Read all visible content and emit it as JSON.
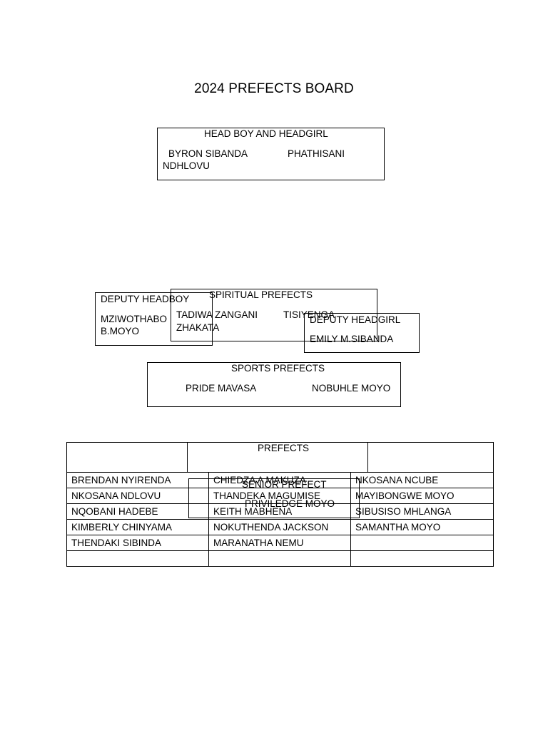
{
  "title": "2024 PREFECTS BOARD",
  "head_box": {
    "heading": "HEAD BOY AND HEADGIRL",
    "name_1": "BYRON SIBANDA",
    "name_2": "PHATHISANI",
    "name_2_cont": "NDHLOVU"
  },
  "deputy_headboy": {
    "heading": "DEPUTY HEADBOY",
    "name_line_1": "MZIWOTHABO",
    "name_line_2": "B.MOYO"
  },
  "spiritual": {
    "heading": "SPIRITUAL PREFECTS",
    "name_1": "TADIWA ZANGANI",
    "name_2": "TISIYENGA",
    "name_2_cont": "ZHAKATA"
  },
  "deputy_headgirl": {
    "heading": "DEPUTY HEADGIRL",
    "name": "EMILY M.SIBANDA"
  },
  "sports": {
    "heading": "SPORTS PREFECTS",
    "name_1": "PRIDE  MAVASA",
    "name_2": "NOBUHLE  MOYO"
  },
  "prefects_table": {
    "heading": "PREFECTS",
    "rows": [
      [
        "BRENDAN NYIRENDA",
        "CHIEDZA A MAKUZA",
        "NKOSANA NCUBE"
      ],
      [
        "NKOSANA NDLOVU",
        "THANDEKA MAGUMISE",
        "MAYIBONGWE  MOYO"
      ],
      [
        "NQOBANI HADEBE",
        "KEITH MABHENA",
        "SIBUSISO MHLANGA"
      ],
      [
        "KIMBERLY CHINYAMA",
        "NOKUTHENDA JACKSON",
        "SAMANTHA MOYO"
      ],
      [
        "THENDAKI SIBINDA",
        "MARANATHA  NEMU",
        ""
      ],
      [
        "",
        "",
        ""
      ]
    ]
  },
  "senior_prefect": {
    "heading": "SENIOR PREFECT",
    "name": "PRIVILEDGE MOYO"
  }
}
